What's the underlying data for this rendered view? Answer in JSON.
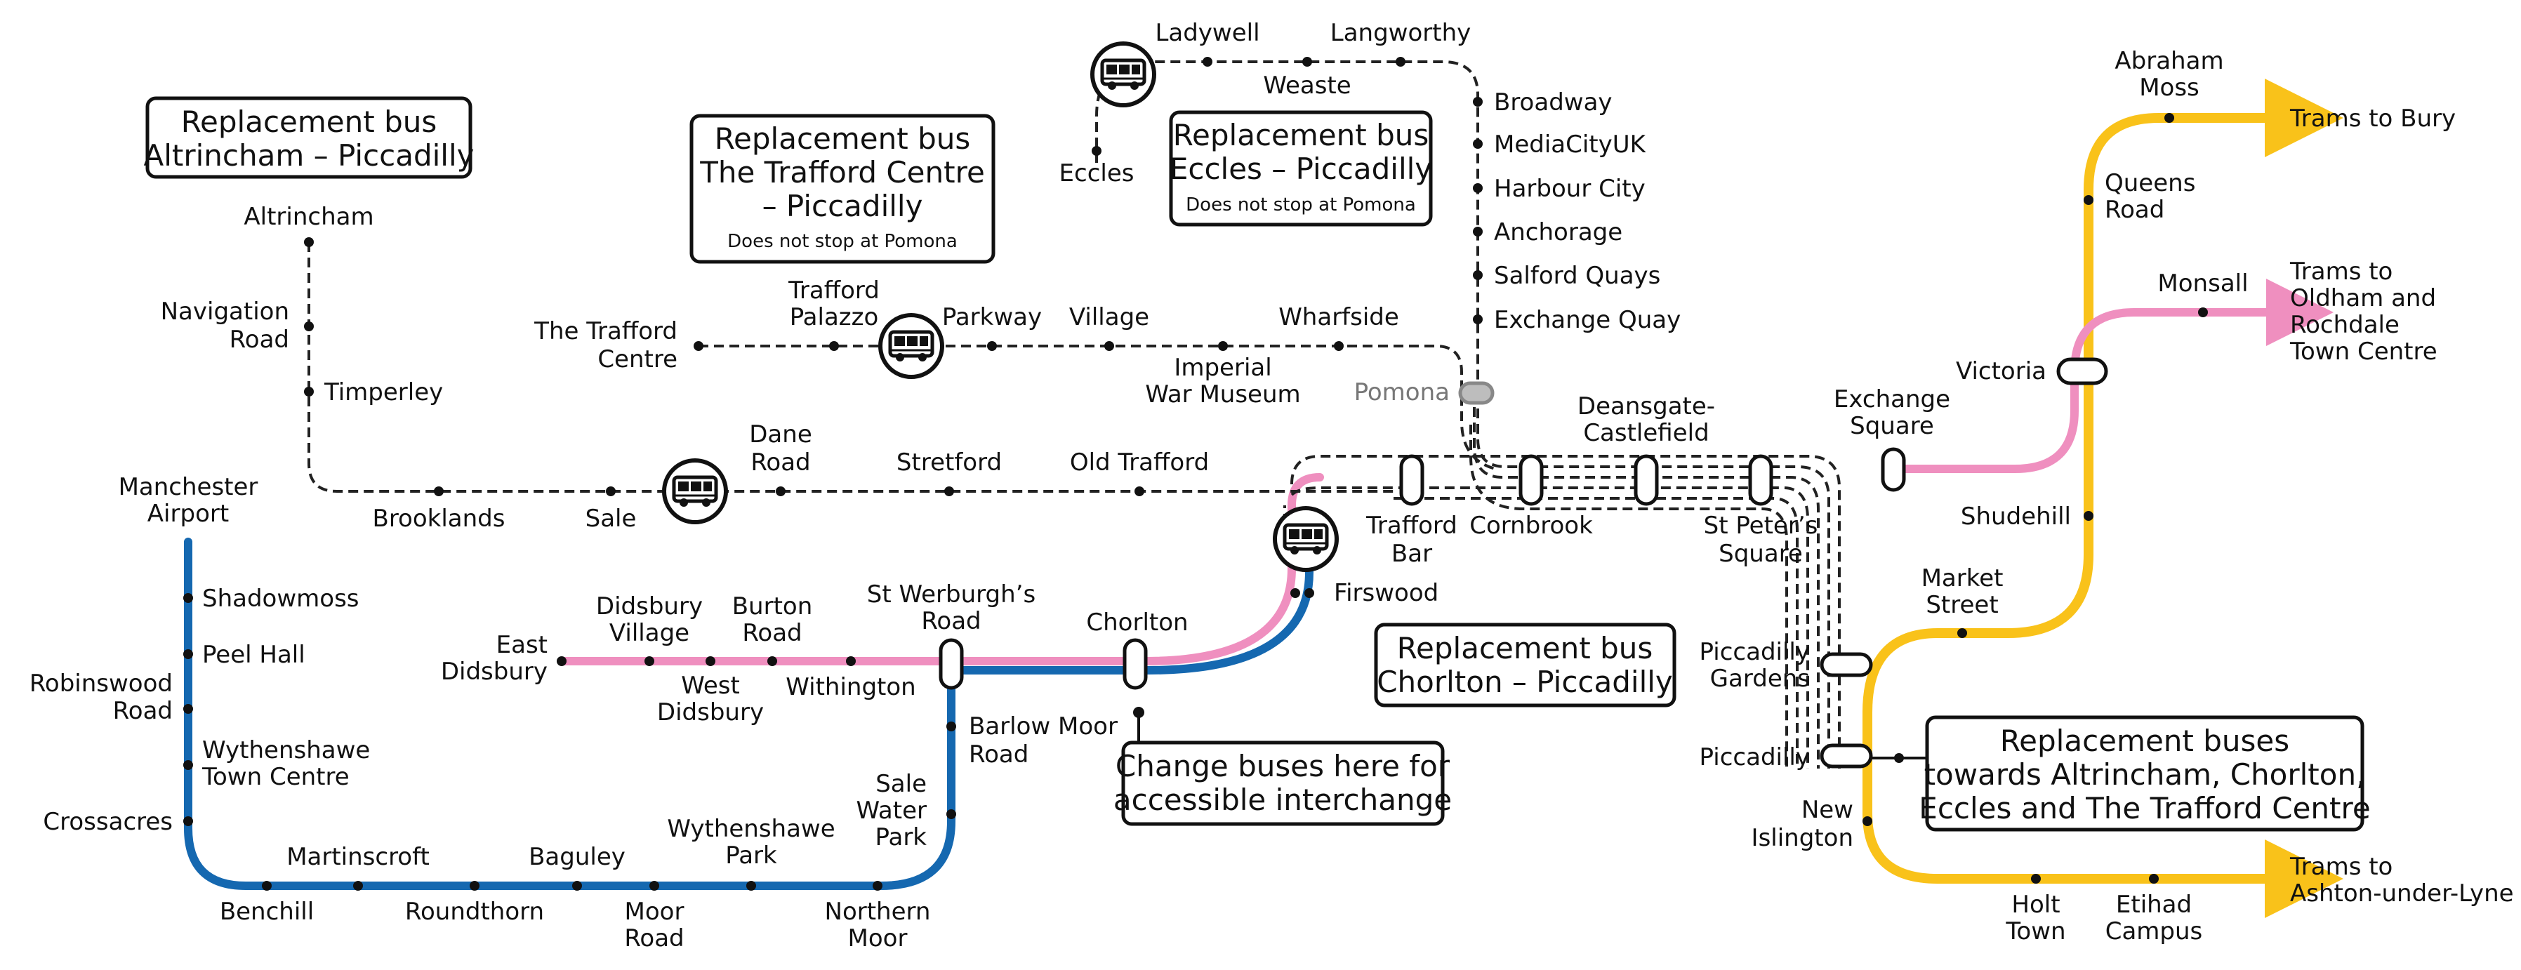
{
  "colors": {
    "blue": "#1568b0",
    "pink": "#ef8fbf",
    "yellow": "#f9c21a",
    "dashed": "#222222",
    "pomona_grey": "#bdbdbd"
  },
  "stations": {
    "altrincham": "Altrincham",
    "navigation_road": [
      "Navigation",
      "Road"
    ],
    "timperley": "Timperley",
    "brooklands": "Brooklands",
    "sale": "Sale",
    "dane_road": [
      "Dane",
      "Road"
    ],
    "stretford": "Stretford",
    "old_trafford": "Old Trafford",
    "trafford_bar": [
      "Trafford",
      "Bar"
    ],
    "cornbrook": "Cornbrook",
    "deansgate": [
      "Deansgate-",
      "Castlefield"
    ],
    "st_peters": [
      "St Peter’s",
      "Square"
    ],
    "the_trafford_centre": [
      "The Trafford",
      "Centre"
    ],
    "trafford_palazzo": [
      "Trafford",
      "Palazzo"
    ],
    "parkway": "Parkway",
    "village": "Village",
    "imperial_war_museum": [
      "Imperial",
      "War Museum"
    ],
    "wharfside": "Wharfside",
    "pomona": "Pomona",
    "eccles": "Eccles",
    "ladywell": "Ladywell",
    "weaste": "Weaste",
    "langworthy": "Langworthy",
    "broadway": "Broadway",
    "mediacityuk": "MediaCityUK",
    "harbour_city": "Harbour City",
    "anchorage": "Anchorage",
    "salford_quays": "Salford Quays",
    "exchange_quay": "Exchange Quay",
    "manchester_airport": [
      "Manchester",
      "Airport"
    ],
    "shadowmoss": "Shadowmoss",
    "peel_hall": "Peel Hall",
    "robinswood_road": [
      "Robinswood",
      "Road"
    ],
    "wythenshawe_town_centre": [
      "Wythenshawe",
      "Town Centre"
    ],
    "crossacres": "Crossacres",
    "benchill": "Benchill",
    "martinscroft": "Martinscroft",
    "roundthorn": "Roundthorn",
    "baguley": "Baguley",
    "moor_road": [
      "Moor",
      "Road"
    ],
    "wythenshawe_park": [
      "Wythenshawe",
      "Park"
    ],
    "northern_moor": [
      "Northern",
      "Moor"
    ],
    "sale_water_park": [
      "Sale",
      "Water",
      "Park"
    ],
    "barlow_moor_road": [
      "Barlow Moor",
      "Road"
    ],
    "st_werburghs_road": [
      "St Werburgh’s",
      "Road"
    ],
    "chorlton": "Chorlton",
    "firswood": "Firswood",
    "east_didsbury": [
      "East",
      "Didsbury"
    ],
    "didsbury_village": [
      "Didsbury",
      "Village"
    ],
    "west_didsbury": [
      "West",
      "Didsbury"
    ],
    "burton_road": [
      "Burton",
      "Road"
    ],
    "withington": "Withington",
    "exchange_square": [
      "Exchange",
      "Square"
    ],
    "victoria": "Victoria",
    "shudehill": "Shudehill",
    "market_street": [
      "Market",
      "Street"
    ],
    "piccadilly_gardens": [
      "Piccadilly",
      "Gardens"
    ],
    "piccadilly": "Piccadilly",
    "new_islington": [
      "New",
      "Islington"
    ],
    "holt_town": [
      "Holt",
      "Town"
    ],
    "etihad_campus": [
      "Etihad",
      "Campus"
    ],
    "queens_road": [
      "Queens",
      "Road"
    ],
    "abraham_moss": [
      "Abraham",
      "Moss"
    ],
    "monsall": "Monsall"
  },
  "destinations": {
    "bury": "Trams to Bury",
    "oldham": [
      "Trams to",
      "Oldham and",
      "Rochdale",
      "Town Centre"
    ],
    "ashton": [
      "Trams to",
      "Ashton-under-Lyne"
    ]
  },
  "info_boxes": {
    "altrincham_bus": [
      "Replacement bus",
      "Altrincham – Piccadilly"
    ],
    "trafford_bus": [
      "Replacement bus",
      "The Trafford Centre",
      "– Piccadilly"
    ],
    "trafford_bus_note": "Does not stop at Pomona",
    "eccles_bus": [
      "Replacement bus",
      "Eccles – Piccadilly"
    ],
    "eccles_bus_note": "Does not stop at Pomona",
    "chorlton_bus": [
      "Replacement bus",
      "Chorlton – Piccadilly"
    ],
    "change_buses": [
      "Change buses here for",
      "accessible interchange"
    ],
    "piccadilly_buses": [
      "Replacement buses",
      "towards Altrincham, Chorlton,",
      "Eccles and The Trafford Centre"
    ]
  },
  "icons": [
    "bus-icon"
  ]
}
